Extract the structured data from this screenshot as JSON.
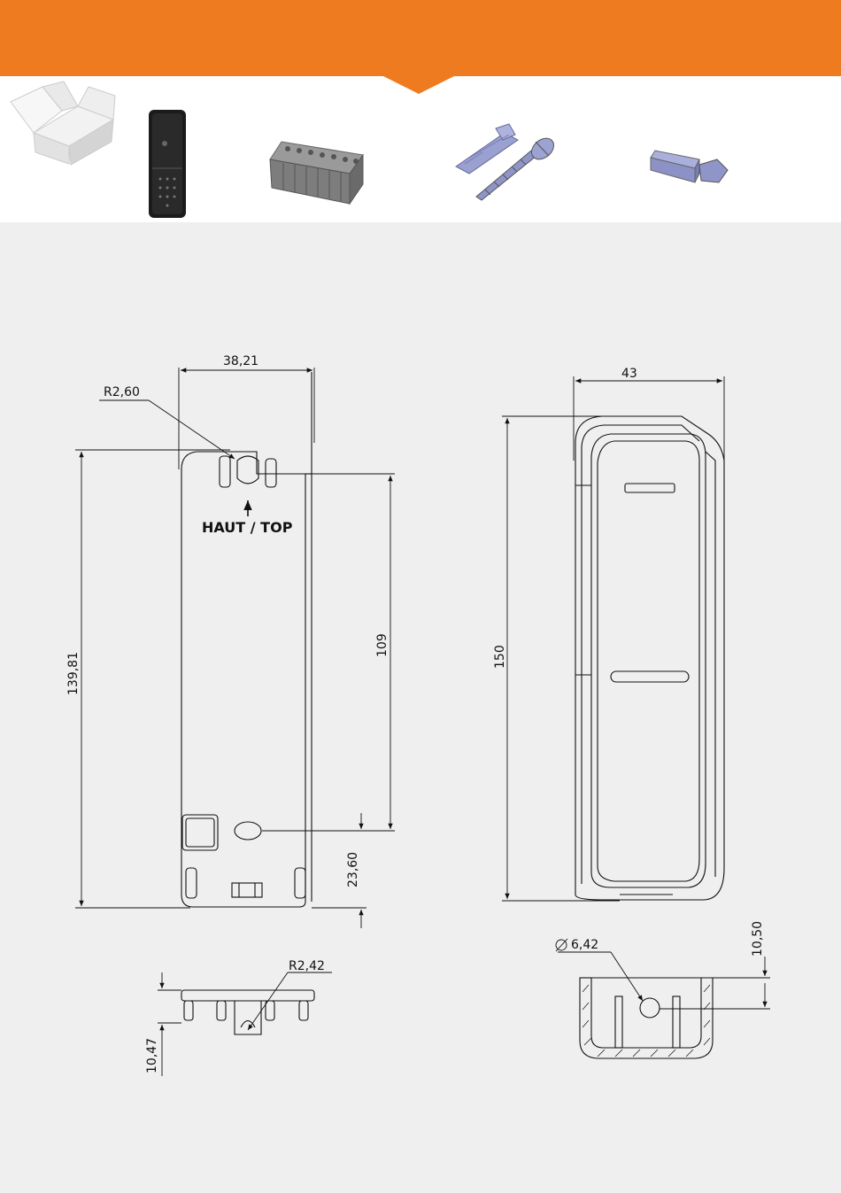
{
  "colors": {
    "banner": "#ee7b20",
    "strip": "#ffffff",
    "background": "#efefef",
    "line": "#111111"
  },
  "contents": [
    {
      "icon": "cardboard-box"
    },
    {
      "icon": "keypad-reader"
    },
    {
      "icon": "terminal-block-connector"
    },
    {
      "icon": "wall-plug-and-screw"
    },
    {
      "icon": "torx-bit"
    }
  ],
  "bracket_front": {
    "width": "38,21",
    "radius_top": "R2,60",
    "direction_label": "HAUT / TOP",
    "height_total": "139,81",
    "hole_spacing": "109",
    "bottom_offset": "23,60"
  },
  "bracket_bottom": {
    "radius": "R2,42",
    "height": "10,47"
  },
  "device_front": {
    "width": "43",
    "height": "150"
  },
  "device_bottom": {
    "diameter": "6,42",
    "offset": "10,50"
  }
}
